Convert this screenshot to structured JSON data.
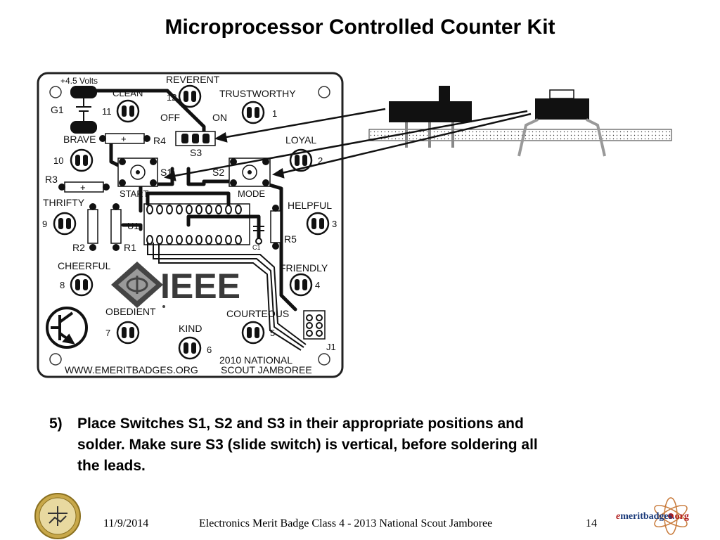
{
  "slide": {
    "title": "Microprocessor Controlled Counter Kit",
    "step_number": "5)",
    "step_text": "Place Switches S1, S2 and S3 in their appropriate positions and solder.  Make sure S3 (slide switch) is vertical, before soldering all the leads.",
    "footer": {
      "date": "11/9/2014",
      "center": "Electronics Merit Badge Class 4 - 2013 National Scout Jamboree",
      "page": "14"
    },
    "logo": {
      "prefix": "e",
      "middle": "meritbadges.",
      "suffix": "org"
    }
  },
  "board": {
    "power": "+4.5 Volts",
    "g1": "G1",
    "clean": "CLEAN",
    "reverent": "REVERENT",
    "trustworthy": "TRUSTWORTHY",
    "n12": "12",
    "n11": "11",
    "n1": "1",
    "off": "OFF",
    "on": "ON",
    "brave": "BRAVE",
    "r4": "R4",
    "s3": "S3",
    "loyal": "LOYAL",
    "n10": "10",
    "n2": "2",
    "r3": "R3",
    "s1": "S1",
    "s2": "S2",
    "start": "START",
    "mode": "MODE",
    "thrifty": "THRIFTY",
    "helpful": "HELPFUL",
    "n9": "9",
    "n3": "3",
    "u1": "U1",
    "r2": "R2",
    "r1": "R1",
    "r5": "R5",
    "c1": "C1",
    "cheerful": "CHEERFUL",
    "friendly": "FRIENDLY",
    "n8": "8",
    "n4": "4",
    "ieee": "IEEE",
    "obedient": "OBEDIENT",
    "courteous": "COURTEOUS",
    "kind": "KIND",
    "n7": "7",
    "n6": "6",
    "n5": "5",
    "j1": "J1",
    "url": "WWW.EMERITBADGES.ORG",
    "event1": "2010 NATIONAL",
    "event2": "SCOUT JAMBOREE"
  }
}
